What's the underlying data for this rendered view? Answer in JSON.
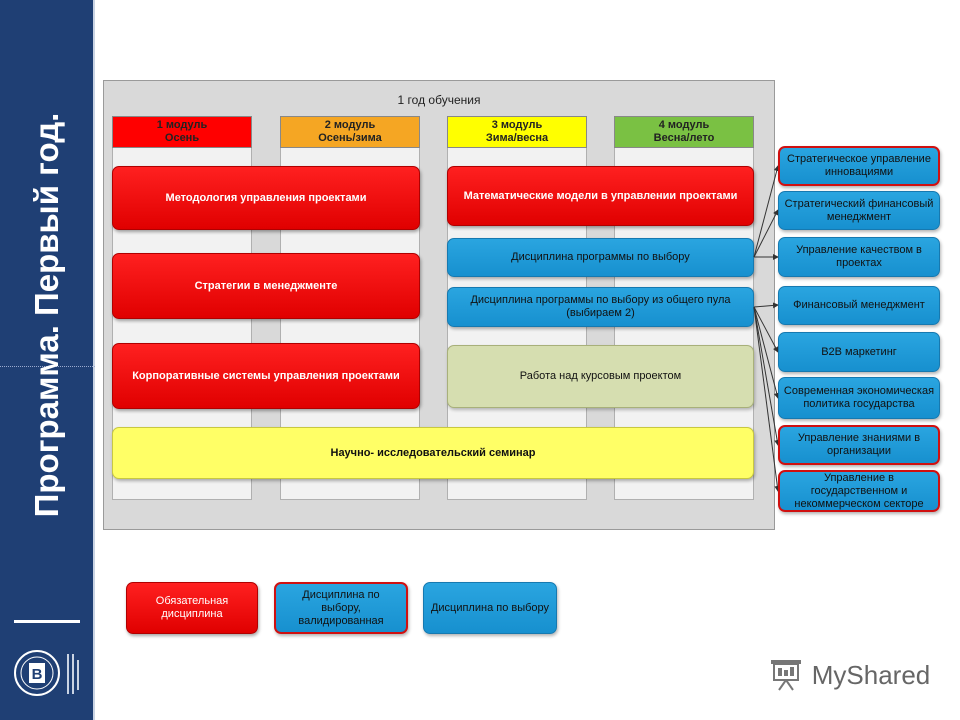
{
  "slide": {
    "vertical_title": "Программа. Первый год."
  },
  "diagram": {
    "year_label": "1 год обучения",
    "modules": [
      {
        "line1": "1 модуль",
        "line2": "Осень",
        "color": "#ff0000"
      },
      {
        "line1": "2 модуль",
        "line2": "Осень/зима",
        "color": "#f5a623"
      },
      {
        "line1": "3 модуль",
        "line2": "Зима/весна",
        "color": "#ffff00"
      },
      {
        "line1": "4 модуль",
        "line2": "Весна/лето",
        "color": "#7ac143"
      }
    ],
    "required": [
      "Методология управления проектами",
      "Стратегии в менеджменте",
      "Корпоративные системы управления проектами"
    ],
    "math_models": "Математические модели в управлении проектами",
    "elective_1": "Дисциплина программы по выбору",
    "elective_pool": "Дисциплина программы по выбору из общего пула (выбираем 2)",
    "course_project": "Работа над курсовым проектом",
    "seminar": "Научно- исследовательский семинар",
    "right_options": [
      {
        "label": "Стратегическое управление инновациями",
        "validated": true
      },
      {
        "label": "Стратегический финансовый менеджмент",
        "validated": false
      },
      {
        "label": "Управление качеством в проектах",
        "validated": false
      },
      {
        "label": "Финансовый менеджмент",
        "validated": false
      },
      {
        "label": "B2B маркетинг",
        "validated": false
      },
      {
        "label": "Современная экономическая политика государства",
        "validated": false
      },
      {
        "label": "Управление знаниями в организации",
        "validated": true
      },
      {
        "label": "Управление в государственном и некоммерческом секторе",
        "validated": true
      }
    ]
  },
  "legend": {
    "required": "Обязательная дисциплина",
    "validated": "Дисциплина по выбору, валидированная",
    "elective": "Дисциплина по выбору"
  },
  "branding": {
    "watermark": "MyShared",
    "logo_letter": "В"
  },
  "colors": {
    "band": "#1f3f74",
    "required": "#ff0000",
    "elective": "#1a9ad6",
    "seminar": "#ffff66",
    "project": "#d6deb0"
  }
}
